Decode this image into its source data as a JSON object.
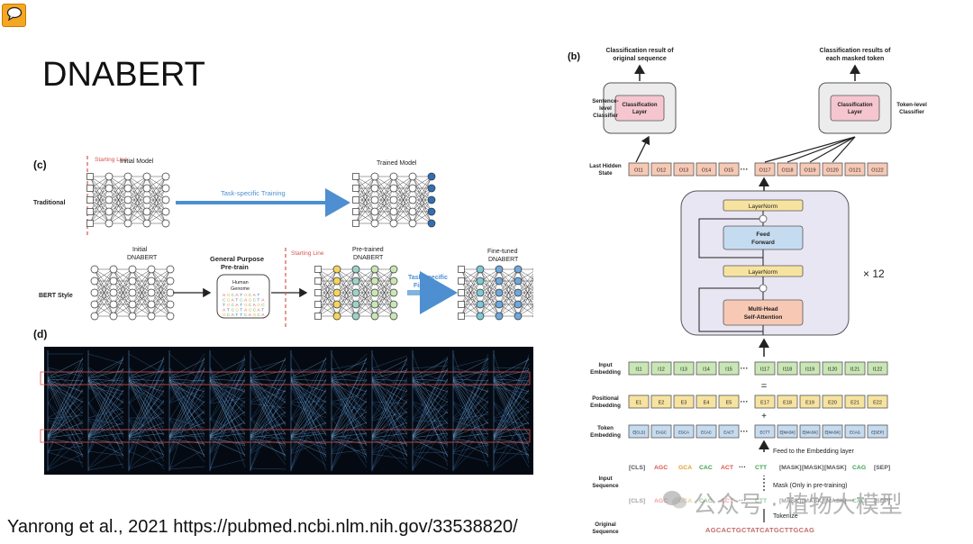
{
  "slide": {
    "title": "DNABERT",
    "citation": "Yanrong et al., 2021 https://pubmed.ncbi.nlm.nih.gov/33538820/",
    "comment_icon": "speech-bubble-icon",
    "watermark": "公众号 · 植物大模型"
  },
  "figure_c": {
    "panel_c_label": "(c)",
    "panel_d_label": "(d)",
    "starting_line": "Starting Line",
    "initial_model": "Initial Model",
    "trained_model": "Trained Model",
    "traditional": "Traditional",
    "task_specific_training": "Task-specific Training",
    "initial": "Initial",
    "dnabert": "DNABERT",
    "general_purpose": "General Purpose",
    "pre_train": "Pre-train",
    "human": "Human",
    "genome": "Genome",
    "pre_trained": "Pre-trained",
    "task_specific": "Task-specific",
    "fine_tune": "Fine-Tune",
    "fine_tuned": "Fine-tuned",
    "bert_style": "BERT Style",
    "genome_letters": [
      "AGCATGCAT",
      "CGATCAGCTA",
      "TGCATGCAGC",
      "ATCGTAGCAT",
      "GCATTCAGCA"
    ]
  },
  "figure_b": {
    "panel_label": "(b)",
    "cls_original_1": "Classification result of",
    "cls_original_2": "original sequence",
    "cls_masked_1": "Classification results of",
    "cls_masked_2": "each masked token",
    "sentence_classifier": [
      "Sentence-",
      "level",
      "Classifier"
    ],
    "token_classifier": [
      "Token-level",
      "Classifier"
    ],
    "classification_layer_1": "Classification",
    "classification_layer_2": "Layer",
    "last_hidden_state": [
      "Last Hidden",
      "State"
    ],
    "outputs": [
      "O11",
      "O12",
      "O13",
      "O14",
      "O15",
      "O117",
      "O118",
      "O119",
      "O120",
      "O121",
      "O122"
    ],
    "layernorm": "LayerNorm",
    "feed_forward_1": "Feed",
    "feed_forward_2": "Forward",
    "mhsa_1": "Multi-Head",
    "mhsa_2": "Self-Attention",
    "times": "× 12",
    "input_embedding": [
      "Input",
      "Embedding"
    ],
    "inputs": [
      "I11",
      "I12",
      "I13",
      "I14",
      "I15",
      "I117",
      "I118",
      "I119",
      "I120",
      "I121",
      "I122"
    ],
    "positional_embedding": [
      "Positional",
      "Embedding"
    ],
    "positions": [
      "E1",
      "E2",
      "E3",
      "E4",
      "E5",
      "E17",
      "E18",
      "E19",
      "E20",
      "E21",
      "E22"
    ],
    "token_embedding": [
      "Token",
      "Embedding"
    ],
    "tokens": [
      "E[CLS]",
      "EAGC",
      "EGCA",
      "ECAC",
      "EACT",
      "ECTT",
      "E[MASK]",
      "E[MASK]",
      "E[MASK]",
      "ECAG",
      "E[SEP]"
    ],
    "feed_embedding": "Feed to the Embedding layer",
    "input_sequence": [
      "Input",
      "Sequence"
    ],
    "seq_tokens": [
      "[CLS]",
      "AGC",
      "GCA",
      "CAC",
      "ACT",
      "CTT",
      "[MASK]",
      "[MASK]",
      "[MASK]",
      "CAG",
      "[SEP]"
    ],
    "mask_label": "Mask (Only in pre-training)",
    "tokenize": "Tokenize",
    "original_sequence": [
      "Original",
      "Sequence"
    ],
    "original_seq": "AGCACTGCTATCATGCTTGCAG",
    "dots": "···",
    "equals": "="
  },
  "colors": {
    "output_fill": "#f7c9b5",
    "input_fill": "#c9e6b5",
    "position_fill": "#f7e3a0",
    "token_fill": "#c5dbf0",
    "accent_blue": "#4d8fd1",
    "red_dash": "#d9534f"
  }
}
